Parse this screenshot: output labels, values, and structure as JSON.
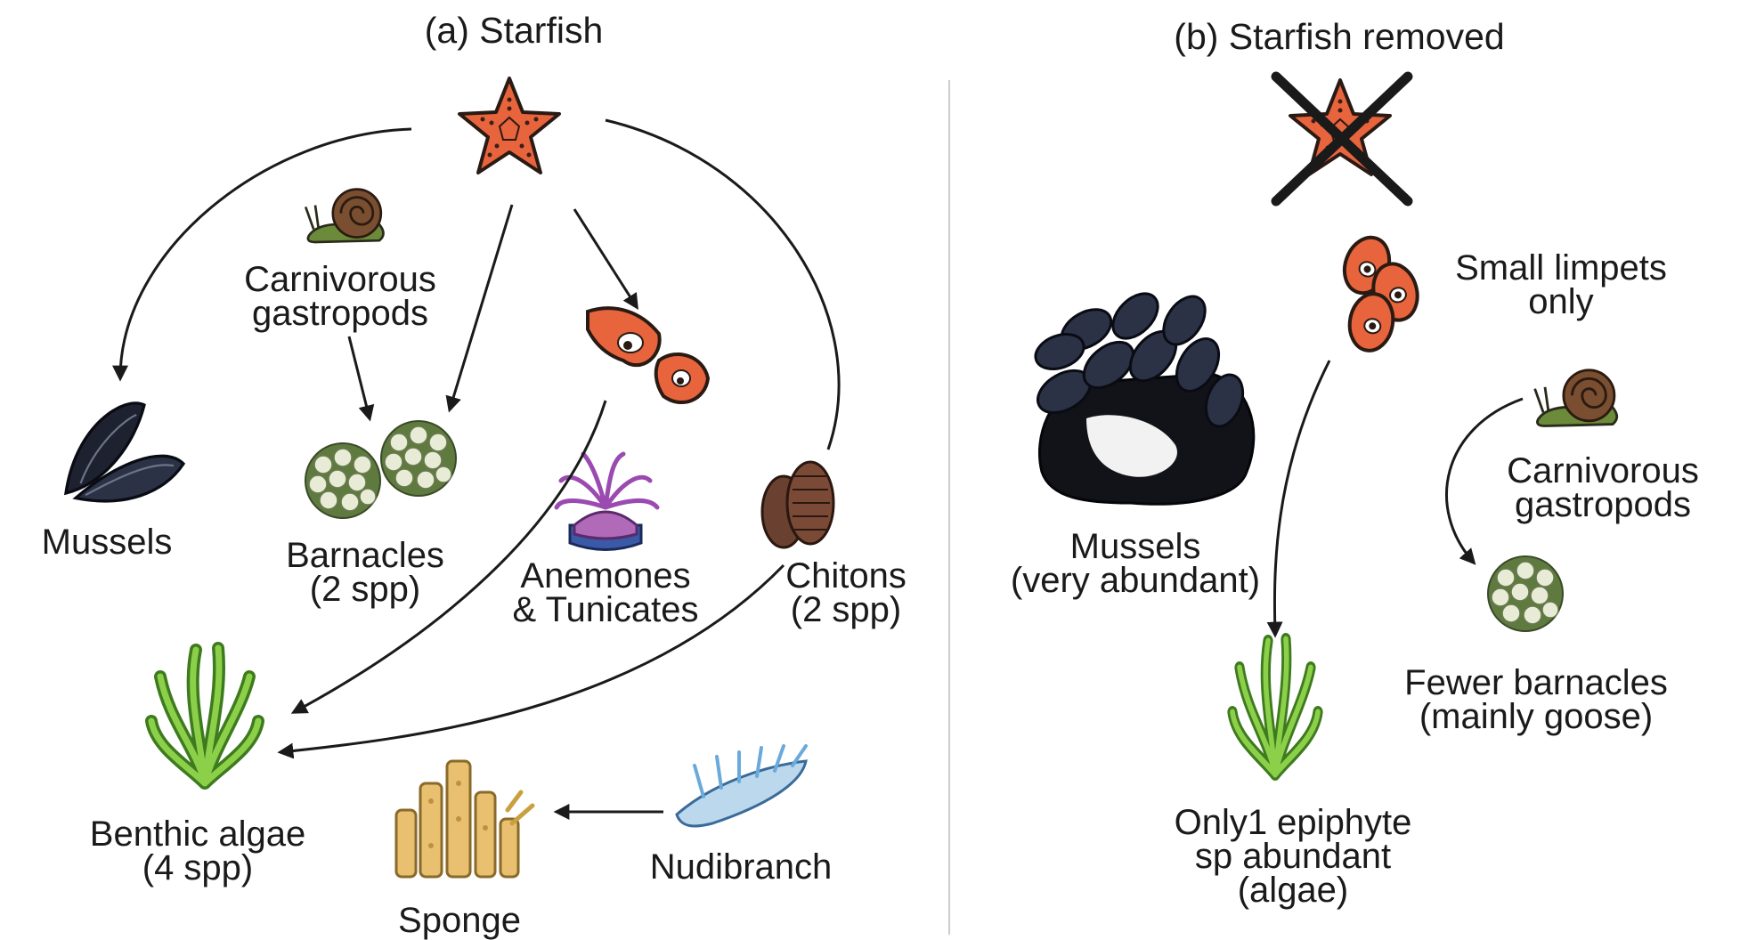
{
  "panels": {
    "a": {
      "title": "(a) Starfish"
    },
    "b": {
      "title": "(b) Starfish removed"
    }
  },
  "labels": {
    "a_gastropods": [
      "Carnivorous",
      "gastropods"
    ],
    "a_mussels": [
      "Mussels"
    ],
    "a_barnacles": [
      "Barnacles",
      "(2 spp)"
    ],
    "a_anemones": [
      "Anemones",
      "& Tunicates"
    ],
    "a_chitons": [
      "Chitons",
      "(2 spp)"
    ],
    "a_algae": [
      "Benthic algae",
      "(4 spp)"
    ],
    "a_sponge": [
      "Sponge"
    ],
    "a_nudibranch": [
      "Nudibranch"
    ],
    "b_limpets": [
      "Small limpets",
      "only"
    ],
    "b_mussels": [
      "Mussels",
      "(very abundant)"
    ],
    "b_gastropods": [
      "Carnivorous",
      "gastropods"
    ],
    "b_barnacles": [
      "Fewer barnacles",
      "(mainly goose)"
    ],
    "b_epiphyte": [
      "Only1 epiphyte",
      "sp abundant",
      "(algae)"
    ]
  },
  "icons": [
    "starfish-icon",
    "snail-icon",
    "mussel-icon",
    "barnacle-icon",
    "limpet-icon",
    "anemone-icon",
    "chiton-icon",
    "algae-icon",
    "sponge-icon",
    "nudibranch-icon",
    "crossed-starfish-icon"
  ],
  "colors": {
    "starfish": "#e8643c",
    "arrow": "#1a1a1a",
    "algae": "#5aa82e",
    "mussel": "#1e2230",
    "divider": "#cccccc"
  }
}
